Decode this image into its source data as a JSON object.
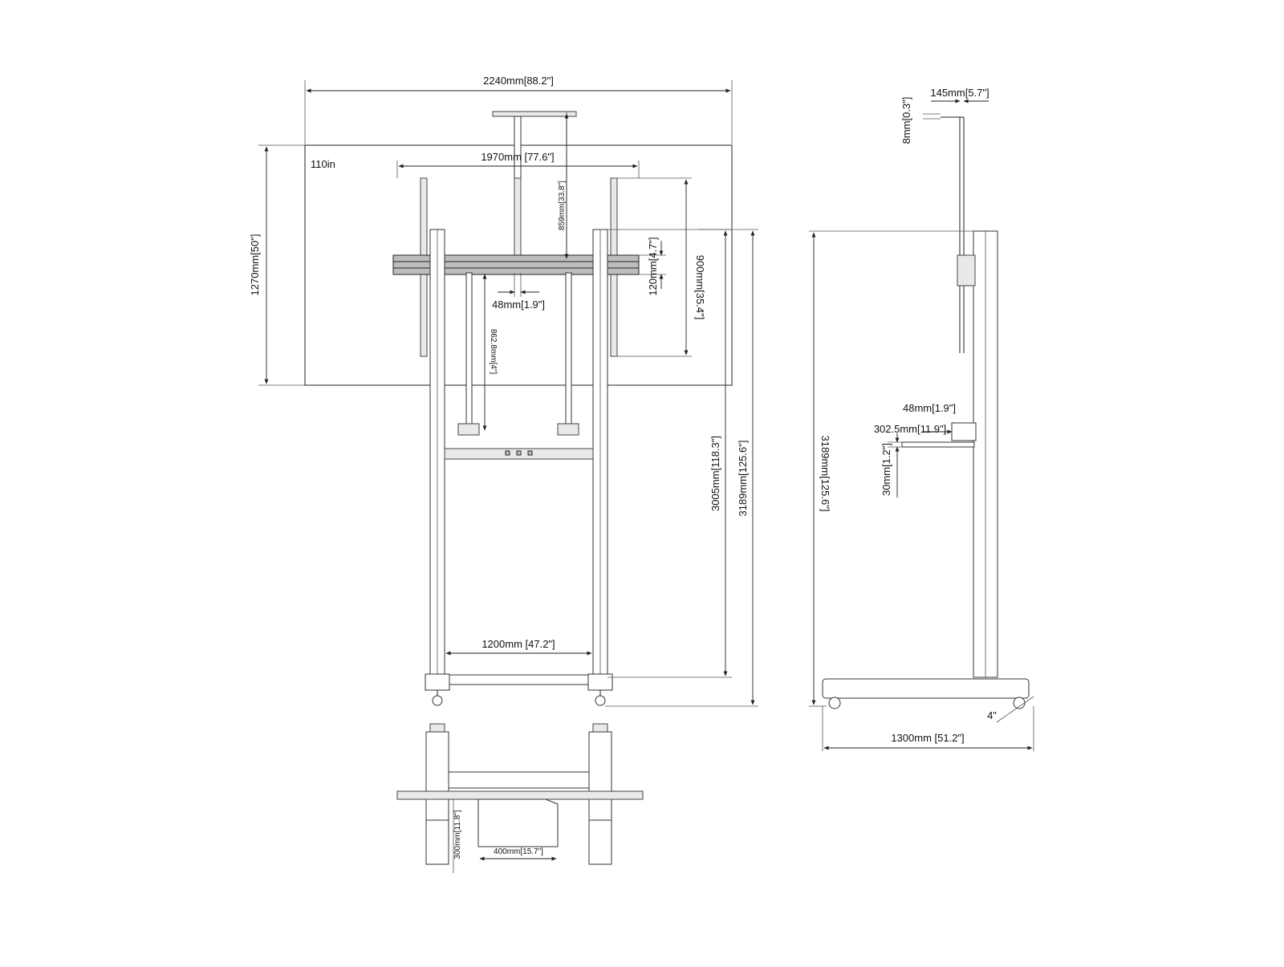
{
  "labels": {
    "screen_size": "110in",
    "width_2240": "2240mm[88.2\"]",
    "height_1270": "1270mm[50\"]",
    "vesa_1970": "1970mm [77.6\"]",
    "dim_859": "859mm[33.8\"]",
    "dim_120": "120mm[4.7\"]",
    "dim_900": "900mm[35.4\"]",
    "dim_48_front": "48mm[1.9\"]",
    "dim_862": "862.8mm[4\"]",
    "dim_3005": "3005mm[118.3\"]",
    "dim_3189_front": "3189mm[125.6\"]",
    "dim_1200": "1200mm [47.2\"]",
    "dim_300": "300mm[11.8\"]",
    "dim_400": "400mm[15.7\"]",
    "dim_145": "145mm[5.7\"]",
    "dim_8": "8mm[0.3\"]",
    "dim_3189_side": "3189mm[125.6\"]",
    "dim_48_side": "48mm[1.9\"]",
    "dim_302": "302.5mm[11.9\"]",
    "dim_30": "30mm[1.2\"]",
    "caster": "4\"",
    "dim_1300": "1300mm [51.2\"]"
  }
}
